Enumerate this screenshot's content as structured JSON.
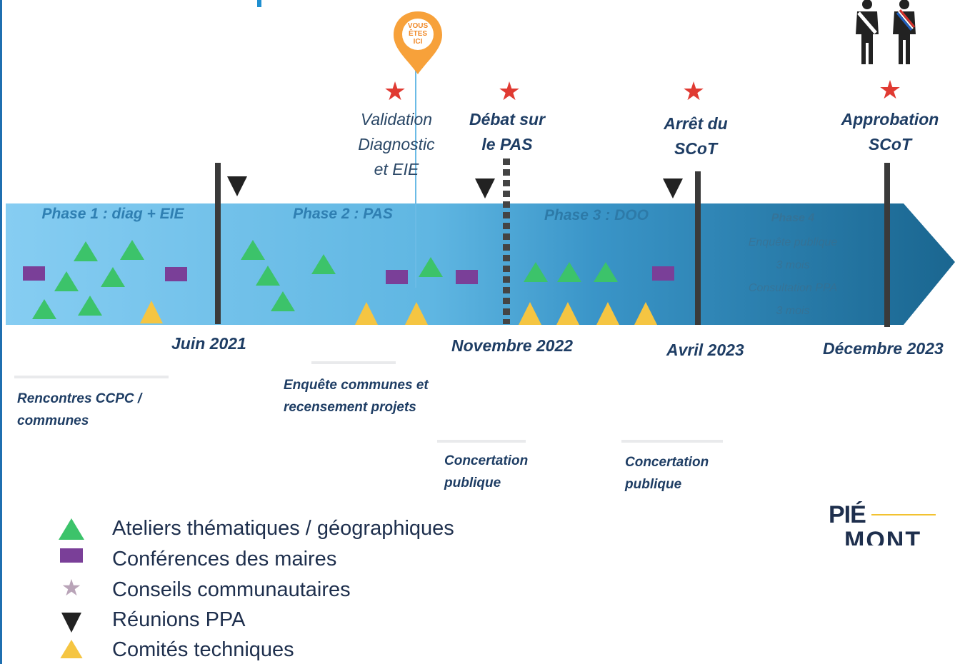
{
  "colors": {
    "band_light": "#7cc8ef",
    "band_dark": "#1d6c95",
    "triangle_green": "#3cc36a",
    "square_purple": "#7a3f98",
    "triangle_yellow": "#f5c542",
    "star_red": "#e03a32",
    "arrow_black": "#222222",
    "pin_orange": "#f7a13a",
    "text_navy": "#1e3d64"
  },
  "phases": {
    "p1": "Phase 1 : diag + EIE",
    "p2": "Phase 2 : PAS",
    "p3": "Phase 3 : DOO",
    "p4_title": "Phase 4",
    "p4_l1": "Enquête publique",
    "p4_l2": "3 mois",
    "p4_l3": "Consultation PPA",
    "p4_l4": "3 mois"
  },
  "pin": {
    "l1": "VOUS",
    "l2": "ÊTES",
    "l3": "ICI"
  },
  "milestones": {
    "validation_l1": "Validation",
    "validation_l2": "Diagnostic",
    "validation_l3": "et EIE",
    "debat_l1": "Débat sur",
    "debat_l2": "le PAS",
    "arret_l1": "Arrêt du",
    "arret_l2": "SCoT",
    "approbation_l1": "Approbation",
    "approbation_l2": "SCoT"
  },
  "dates": {
    "juin": "Juin 2021",
    "novembre": "Novembre 2022",
    "avril": "Avril 2023",
    "decembre": "Décembre 2023"
  },
  "notes": {
    "rencontres_l1": "Rencontres CCPC /",
    "rencontres_l2": "communes",
    "enquete_l1": "Enquête communes et",
    "enquete_l2": "recensement projets",
    "concertation1_l1": "Concertation",
    "concertation1_l2": "publique",
    "concertation2_l1": "Concertation",
    "concertation2_l2": "publique"
  },
  "legend": {
    "ateliers": "Ateliers thématiques / géographiques",
    "conferences": "Conférences des maires",
    "conseils": "Conseils communautaires",
    "reunions": "Réunions PPA",
    "comites": "Comités techniques"
  },
  "logo": {
    "l1": "PIÉ",
    "l2": "MONT"
  }
}
